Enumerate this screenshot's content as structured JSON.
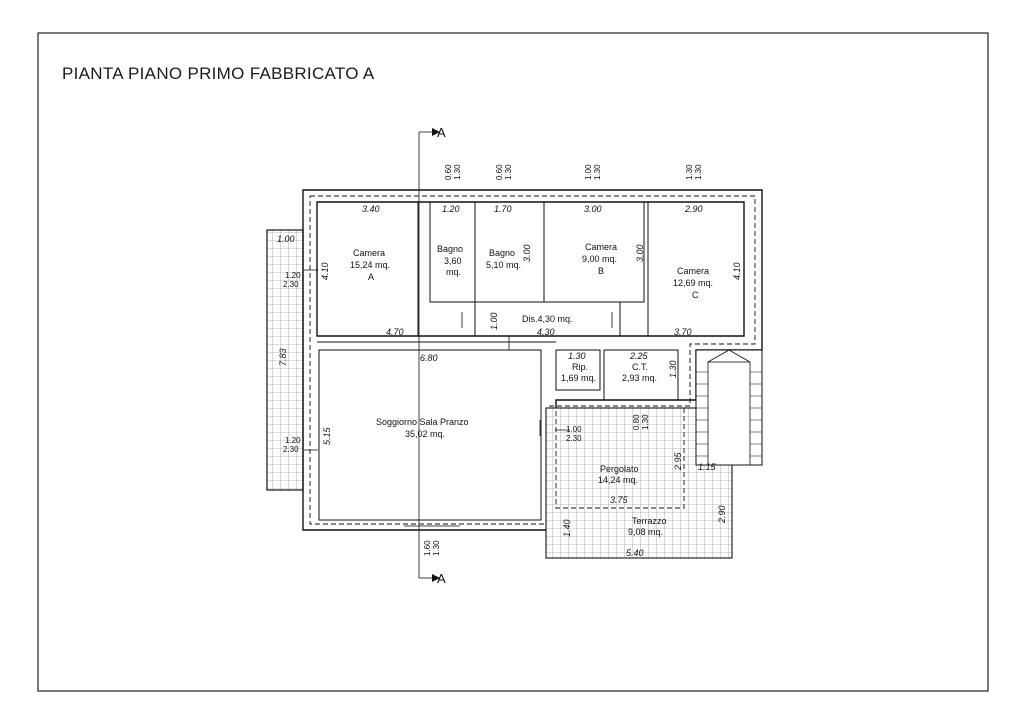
{
  "title": "PIANTA PIANO PRIMO FABBRICATO A",
  "section_marker": "A",
  "rooms": {
    "camera_a": {
      "name": "Camera",
      "area": "15,24 mq.",
      "letter": "A"
    },
    "bagno_1": {
      "name": "Bagno",
      "area_a": "3,60",
      "area_b": "mq."
    },
    "bagno_2": {
      "name": "Bagno",
      "area": "5,10 mq."
    },
    "camera_b": {
      "name": "Camera",
      "area": "9,00 mq.",
      "letter": "B"
    },
    "camera_c": {
      "name": "Camera",
      "area": "12,69 mq.",
      "letter": "C"
    },
    "dis": {
      "name": "Dis.4,30 mq."
    },
    "soggiorno": {
      "name": "Soggiorno Sala Pranzo",
      "area": "35,02 mq."
    },
    "rip": {
      "name": "Rip.",
      "area": "1,69 mq."
    },
    "ct": {
      "name": "C.T.",
      "area": "2,93 mq."
    },
    "pergolato": {
      "name": "Pergolato",
      "area": "14,24 mq."
    },
    "terrazzo": {
      "name": "Terrazzo",
      "area": "9,08 mq."
    }
  },
  "dims": {
    "d340": "3.40",
    "d120": "1.20",
    "d170": "1.70",
    "d300": "3.00",
    "d290": "2.90",
    "d410": "4.10",
    "d300v": "3.00",
    "d300v2": "3.00",
    "d410r": "4.10",
    "d470": "4.70",
    "d100": "1.00",
    "d430": "4.30",
    "d370": "3.70",
    "d680": "6.80",
    "d130": "1.30",
    "d225": "2.25",
    "d130v": "1.30",
    "d515": "5.15",
    "d783": "7.83",
    "d100top": "1.00",
    "d375": "3.75",
    "d295": "2.95",
    "d115": "1.15",
    "d290v": "2.90",
    "d140": "1.40",
    "d540": "5.40"
  },
  "openings": {
    "top1": "0.60",
    "top1b": "1.30",
    "top2": "0.60",
    "top2b": "1.30",
    "top3": "1.00",
    "top3b": "1.30",
    "top4": "1.30",
    "top4b": "1.30",
    "left1": "1.20",
    "left1b": "2.30",
    "left2": "1.20",
    "left2b": "2.30",
    "mid1": "1.00",
    "mid1b": "2.30",
    "ct1": "0.80",
    "ct1b": "1.30",
    "bot1": "1.60",
    "bot1b": "1.30"
  }
}
